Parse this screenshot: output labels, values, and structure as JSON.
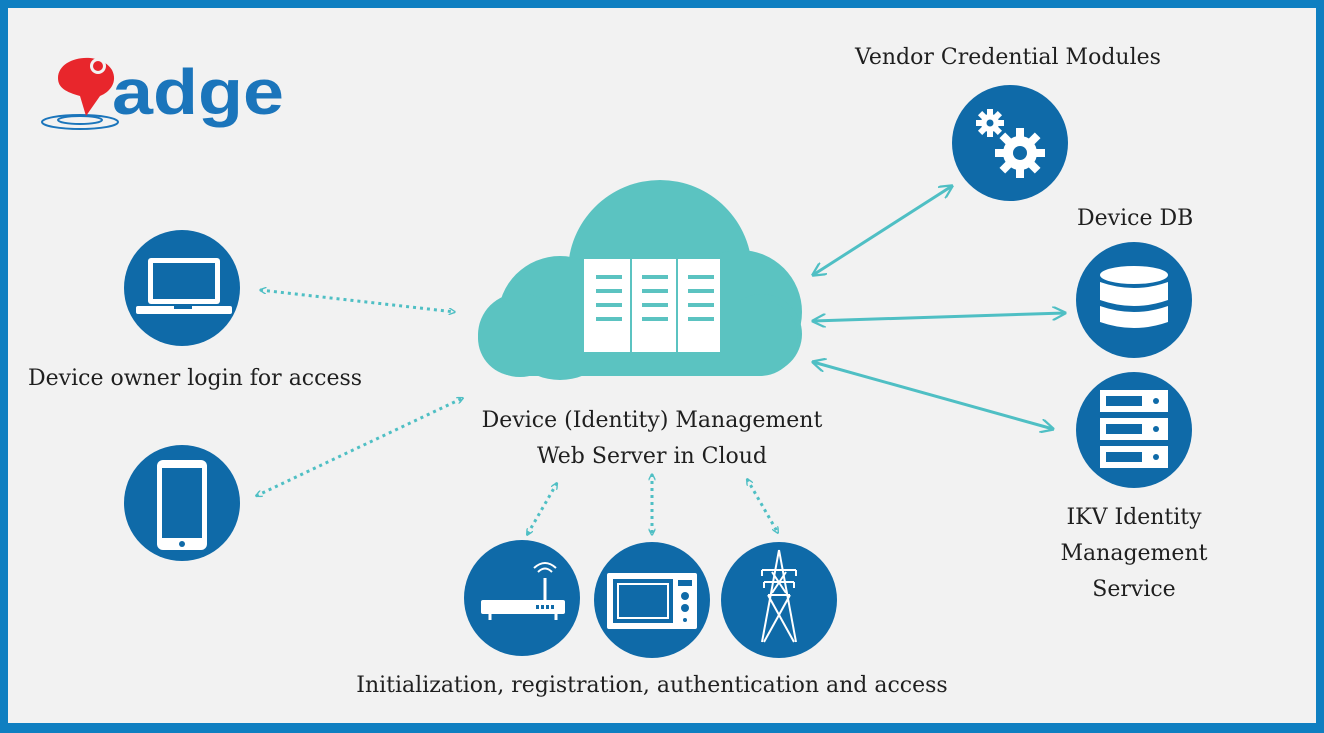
{
  "brand": {
    "logo_text": "adge"
  },
  "center": {
    "line1": "Device (Identity) Management",
    "line2": "Web Server in Cloud"
  },
  "left": {
    "owner_label": "Device owner login for access"
  },
  "right": {
    "vendor_label": "Vendor Credential Modules",
    "db_label": "Device DB",
    "ikv_line1": "IKV Identity",
    "ikv_line2": "Management",
    "ikv_line3": "Service"
  },
  "bottom": {
    "caption": "Initialization, registration, authentication and access"
  },
  "icons": [
    "laptop-icon",
    "phone-icon",
    "gears-icon",
    "database-icon",
    "server-rack-icon",
    "router-icon",
    "microwave-icon",
    "power-tower-icon",
    "cloud-server-icon"
  ],
  "colors": {
    "frame": "#0f7fc1",
    "circle": "#0f6aa8",
    "cloud": "#5bc3c1",
    "arrow": "#4fbfc4",
    "logo_red": "#e8262c",
    "logo_blue": "#1b75bb"
  }
}
